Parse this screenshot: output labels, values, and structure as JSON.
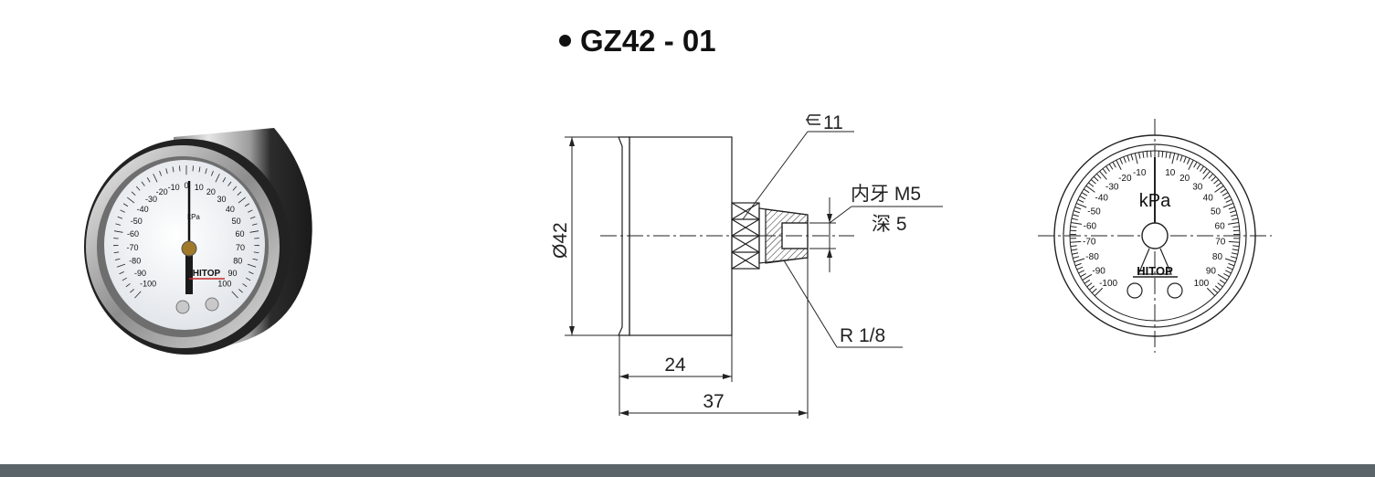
{
  "title": "GZ42 - 01",
  "photo": {
    "dial_numbers": [
      "-100",
      "-90",
      "-80",
      "-70",
      "-60",
      "-50",
      "-40",
      "-30",
      "-20",
      "-10",
      "0",
      "10",
      "20",
      "30",
      "40",
      "50",
      "60",
      "70",
      "80",
      "90",
      "100"
    ],
    "unit": "kPa",
    "brand": "HITOP"
  },
  "drawing": {
    "wrench_size": "11",
    "inner_thread": "内牙 M5",
    "depth": "深 5",
    "diameter": "Ø42",
    "thread": "R 1/8",
    "dim_24": "24",
    "dim_37": "37"
  },
  "dial": {
    "left_labels": [
      "-10",
      "-20",
      "-30",
      "-40",
      "-50",
      "-60",
      "-70",
      "-80",
      "-90",
      "-100"
    ],
    "right_labels": [
      "10",
      "20",
      "30",
      "40",
      "50",
      "60",
      "70",
      "80",
      "90",
      "100"
    ],
    "unit": "kPa",
    "brand": "HITOP"
  },
  "colors": {
    "footer": "#5b6468",
    "case_dark": "#2a2a2a",
    "chrome": "#b9b9b9",
    "brand_red": "#c62828"
  }
}
